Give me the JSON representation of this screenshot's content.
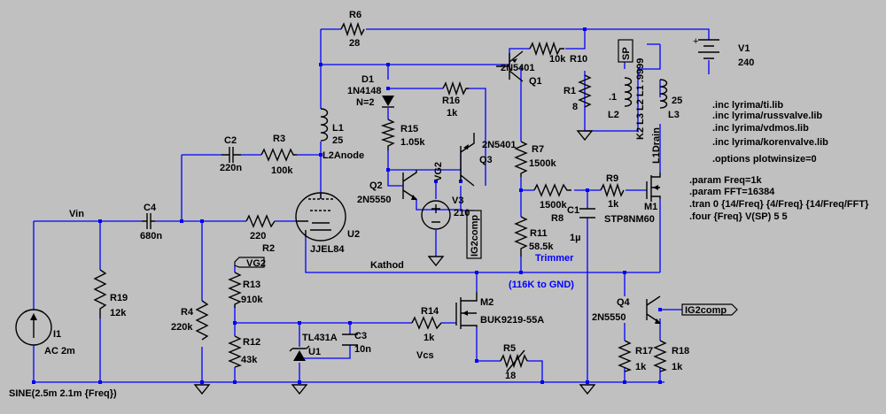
{
  "components": {
    "R6": {
      "ref": "R6",
      "value": "28"
    },
    "R10": {
      "ref": "R10",
      "value": "10k"
    },
    "Q1": {
      "ref": "Q1",
      "value": "2N5401"
    },
    "V1": {
      "ref": "V1",
      "value": "240"
    },
    "D1": {
      "ref": "D1",
      "value": "1N4148",
      "param": "N=2"
    },
    "R16": {
      "ref": "R16",
      "value": "1k"
    },
    "R15": {
      "ref": "R15",
      "value": "1.05k"
    },
    "L1": {
      "ref": "L1",
      "value": "25"
    },
    "C2": {
      "ref": "C2",
      "value": "220n"
    },
    "R3": {
      "ref": "R3",
      "value": "100k"
    },
    "Q3": {
      "ref": "Q3",
      "value": "2N5401"
    },
    "R7": {
      "ref": "R7",
      "value": "1500k"
    },
    "R1": {
      "ref": "R1",
      "value": "8"
    },
    "L2": {
      "ref": "L2",
      "value": ".1"
    },
    "L3": {
      "ref": "L3",
      "value": "25"
    },
    "K2": {
      "text": "K2 L3 L2 L1 .9999"
    },
    "Q2": {
      "ref": "Q2",
      "value": "2N5550"
    },
    "V3": {
      "ref": "V3",
      "value": "210"
    },
    "R9": {
      "ref": "R9",
      "value": "1k"
    },
    "M1": {
      "ref": "M1",
      "value": "STP8NM60"
    },
    "R8": {
      "ref": "R8",
      "value": "1500k"
    },
    "C1": {
      "ref": "C1",
      "value": "1µ"
    },
    "C4": {
      "ref": "C4",
      "value": "680n"
    },
    "R2": {
      "ref": "R2",
      "value": "220"
    },
    "U2": {
      "ref": "U2",
      "value": "JJEL84"
    },
    "R11": {
      "ref": "R11",
      "value": "58.5k"
    },
    "R19": {
      "ref": "R19",
      "value": "12k"
    },
    "R4": {
      "ref": "R4",
      "value": "220k"
    },
    "R13": {
      "ref": "R13",
      "value": "910k"
    },
    "M2": {
      "ref": "M2",
      "value": "BUK9219-55A"
    },
    "R14": {
      "ref": "R14",
      "value": "1k"
    },
    "Q4": {
      "ref": "Q4",
      "value": "2N5550"
    },
    "R12": {
      "ref": "R12",
      "value": "43k"
    },
    "U1": {
      "ref": "U1",
      "value": "TL431A"
    },
    "C3": {
      "ref": "C3",
      "value": "10n"
    },
    "R5": {
      "ref": "R5",
      "value": "18"
    },
    "R17": {
      "ref": "R17",
      "value": "1k"
    },
    "R18": {
      "ref": "R18",
      "value": "1k"
    },
    "I1": {
      "ref": "I1",
      "value": "AC 2m",
      "source": "SINE(2.5m 2.1m {Freq})"
    }
  },
  "nets": {
    "vin": "Vin",
    "anode": "L2Anode",
    "drain": "L1Drain",
    "kathod": "Kathod",
    "vcs": "Vcs",
    "sp": "SP",
    "vg2": "VG2",
    "vg2_flag": "VG2",
    "ig2comp_flag1": "IG2comp",
    "ig2comp_flag2": "IG2comp"
  },
  "notes": {
    "trimmer": "Trimmer",
    "trimmer_note": "(116K to GND)"
  },
  "directives": [
    ".inc lyrima/ti.lib",
    ".inc lyrima/russvalve.lib",
    ".inc lyrima/vdmos.lib",
    ".inc lyrima/korenvalve.lib",
    ".options plotwinsize=0",
    ".param Freq=1k",
    ".param FFT=16384",
    ".tran 0 {14/Freq} {4/Freq} {14/Freq/FFT}",
    ".four {Freq} V(SP) 5 5"
  ],
  "colors": {
    "background": "#c0c0c0",
    "wire": "#0000ff",
    "component": "#000000",
    "note": "#0000ff"
  }
}
